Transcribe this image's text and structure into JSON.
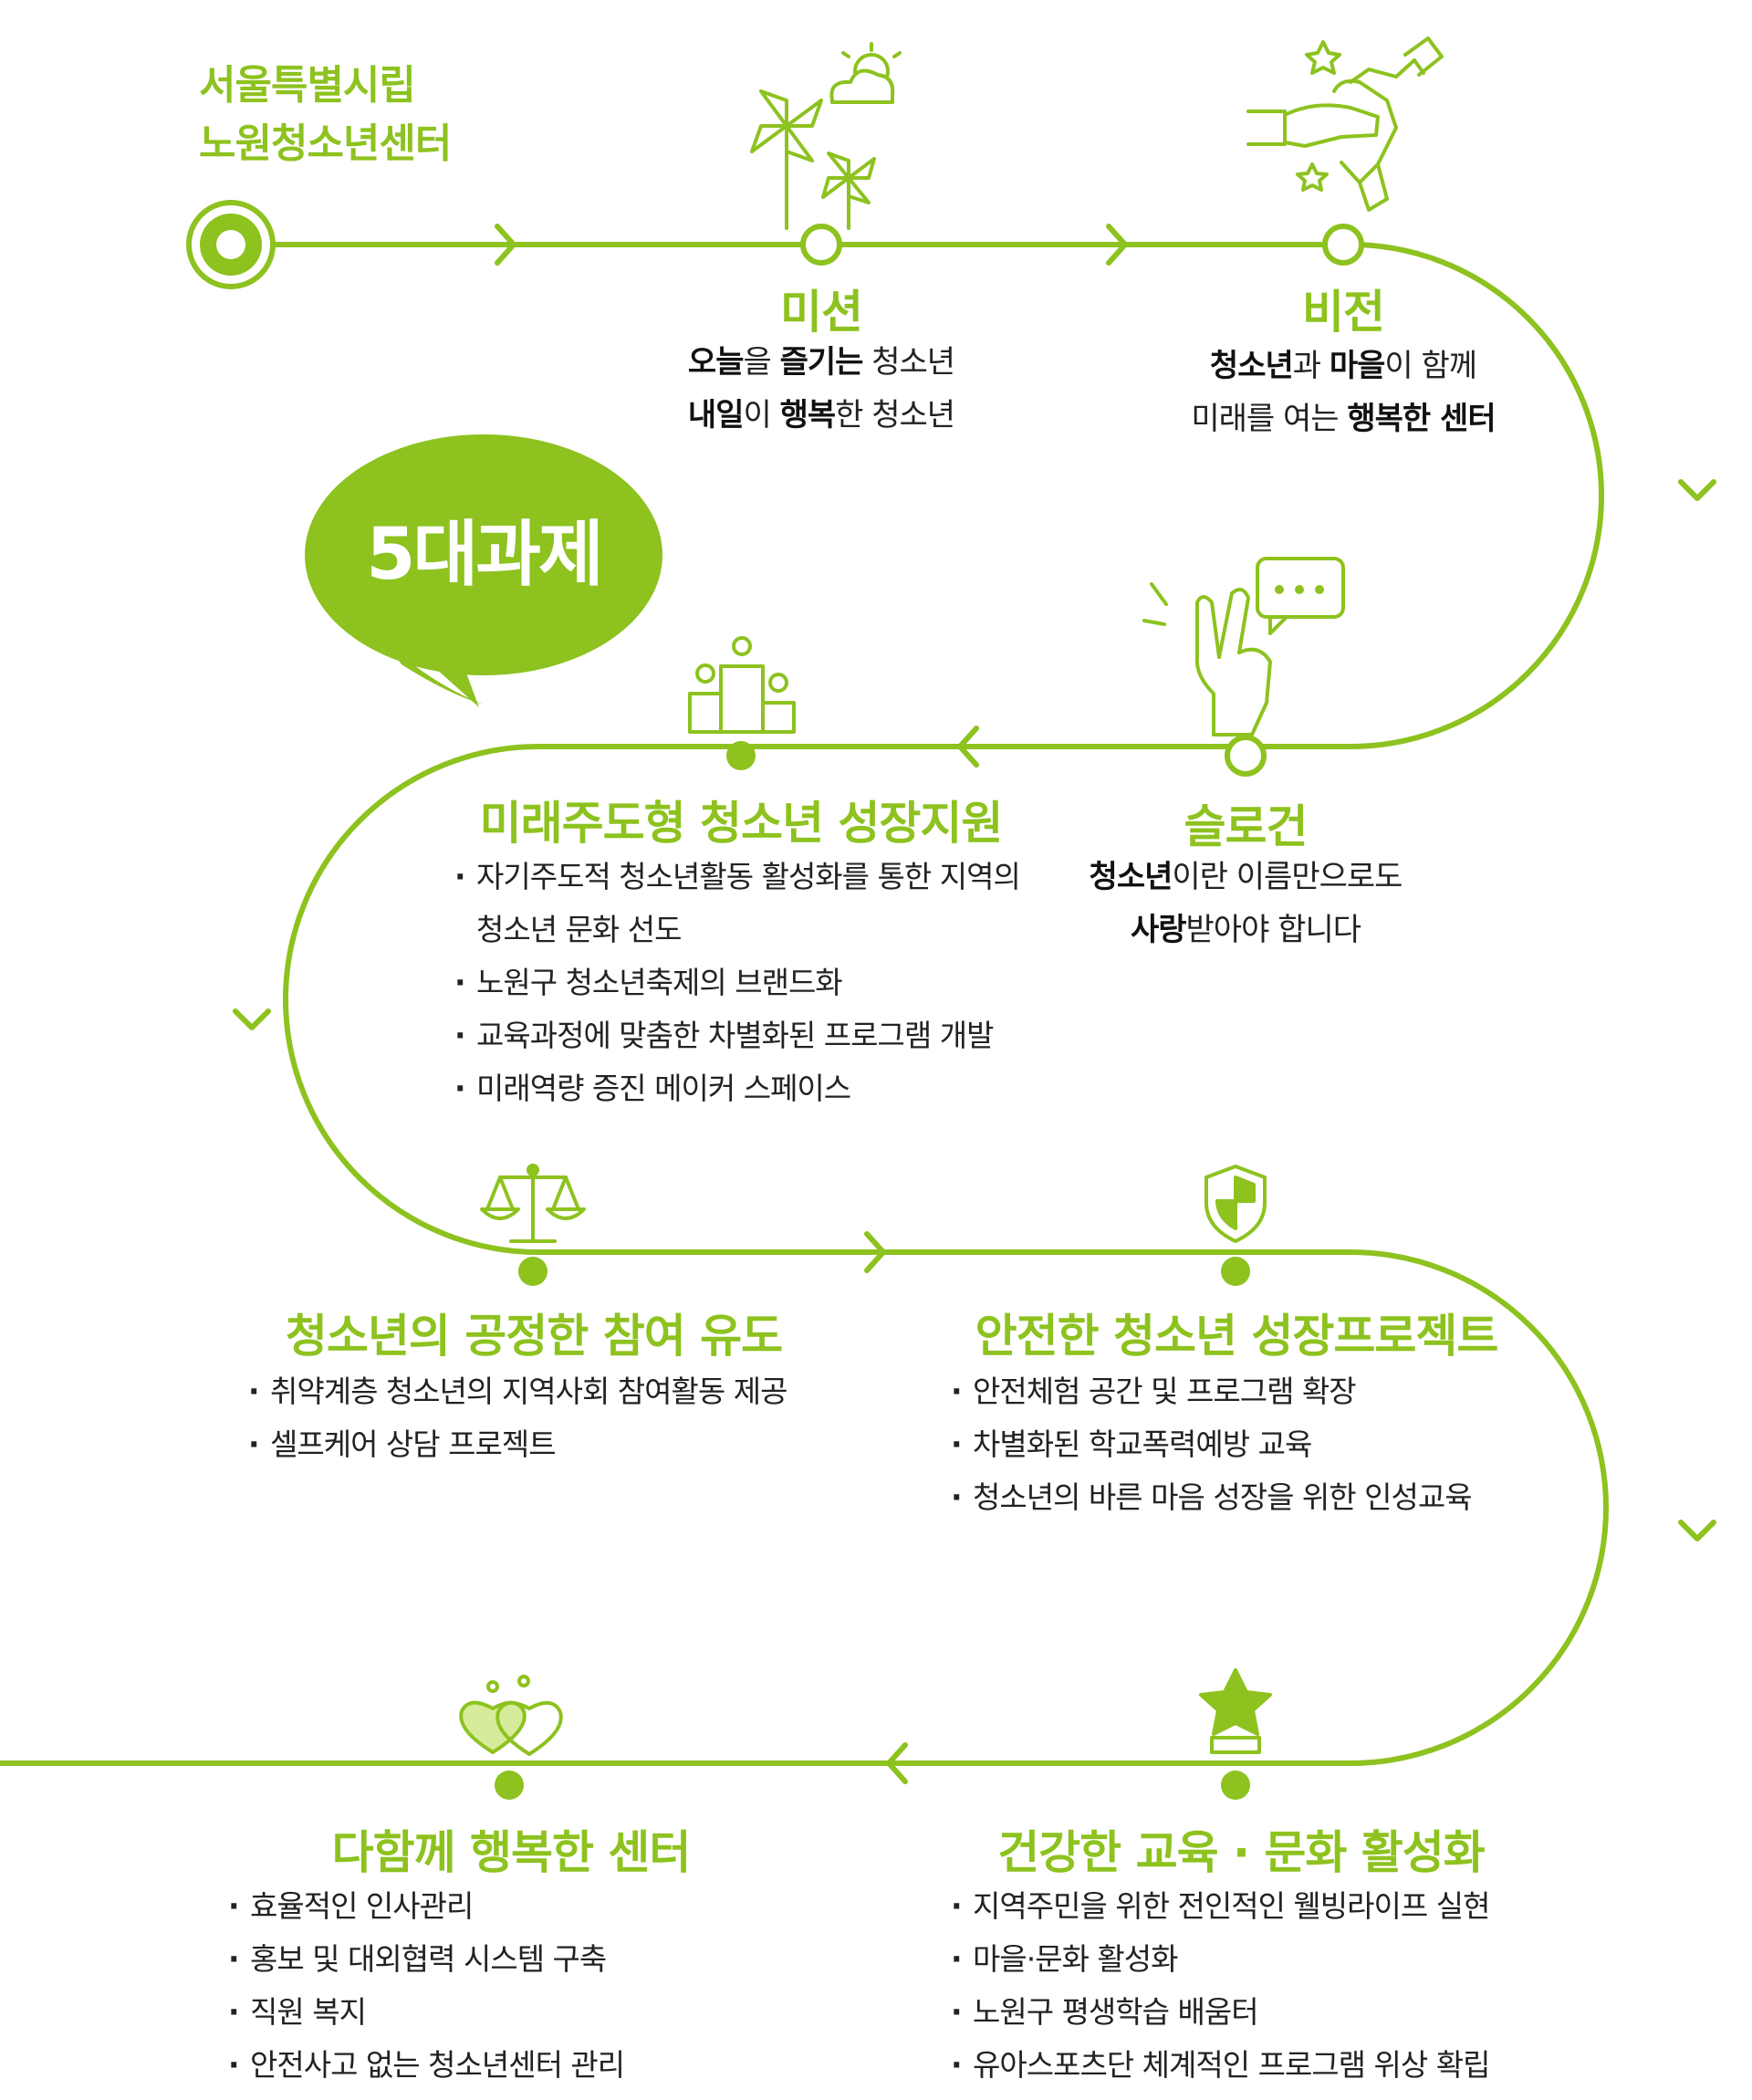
{
  "accent": "#8dc21f",
  "accent_dark": "#7cb518",
  "org": {
    "line1": "서울특별시립",
    "line2": "노원청소년센터"
  },
  "mission": {
    "title": "미션",
    "line1": {
      "b1": "오늘",
      "t1": "을 ",
      "b2": "즐기는",
      "t2": " 청소년"
    },
    "line2": {
      "b1": "내일",
      "t1": "이 ",
      "b2": "행복",
      "t2": "한 청소년"
    }
  },
  "vision": {
    "title": "비전",
    "line1": {
      "b1": "청소년",
      "t1": "과 ",
      "b2": "마을",
      "t2": "이 함께"
    },
    "line2": {
      "t1": "미래를 여는 ",
      "b1": "행복한 센터"
    }
  },
  "slogan": {
    "title": "슬로건",
    "line1": {
      "b1": "청소년",
      "t1": "이란 이름만으로도"
    },
    "line2": {
      "b1": "사랑",
      "t1": "받아야 합니다"
    }
  },
  "five_tasks": {
    "label": "5대과제"
  },
  "sections": {
    "future": {
      "title": "미래주도형 청소년 성장지원",
      "items": [
        "자기주도적 청소년활동 활성화를 통한 지역의 청소년 문화 선도",
        "노원구 청소년축제의 브랜드화",
        "교육과정에 맞춤한 차별화된 프로그램 개발",
        "미래역량 증진 메이커 스페이스"
      ]
    },
    "fair": {
      "title": "청소년의 공정한 참여 유도",
      "items": [
        "취약계층 청소년의 지역사회 참여활동 제공",
        "셀프케어 상담 프로젝트"
      ]
    },
    "safe": {
      "title": "안전한 청소년 성장프로젝트",
      "items": [
        "안전체험 공간 및 프로그램 확장",
        "차별화된 학교폭력예방 교육",
        "청소년의 바른 마음 성장을 위한 인성교육"
      ]
    },
    "together": {
      "title": "다함께 행복한 센터",
      "items": [
        "효율적인 인사관리",
        "홍보 및 대외협력 시스템 구축",
        "직원 복지",
        "안전사고 없는 청소년센터 관리"
      ]
    },
    "health": {
      "title": "건강한 교육 · 문화 활성화",
      "items": [
        "지역주민을 위한 전인적인 웰빙라이프 실현",
        "마을·문화 활성화",
        "노원구 평생학습 배움터",
        "유아스포츠단 체계적인 프로그램 위상 확립"
      ]
    }
  },
  "icons": {
    "mission": "pinwheel-sun-icon",
    "vision": "joined-hands-icon",
    "slogan": "v-sign-speech-icon",
    "future": "podium-icon",
    "fair": "balance-scale-icon",
    "safe": "shield-icon",
    "together": "twin-hearts-icon",
    "health": "star-trophy-icon"
  }
}
